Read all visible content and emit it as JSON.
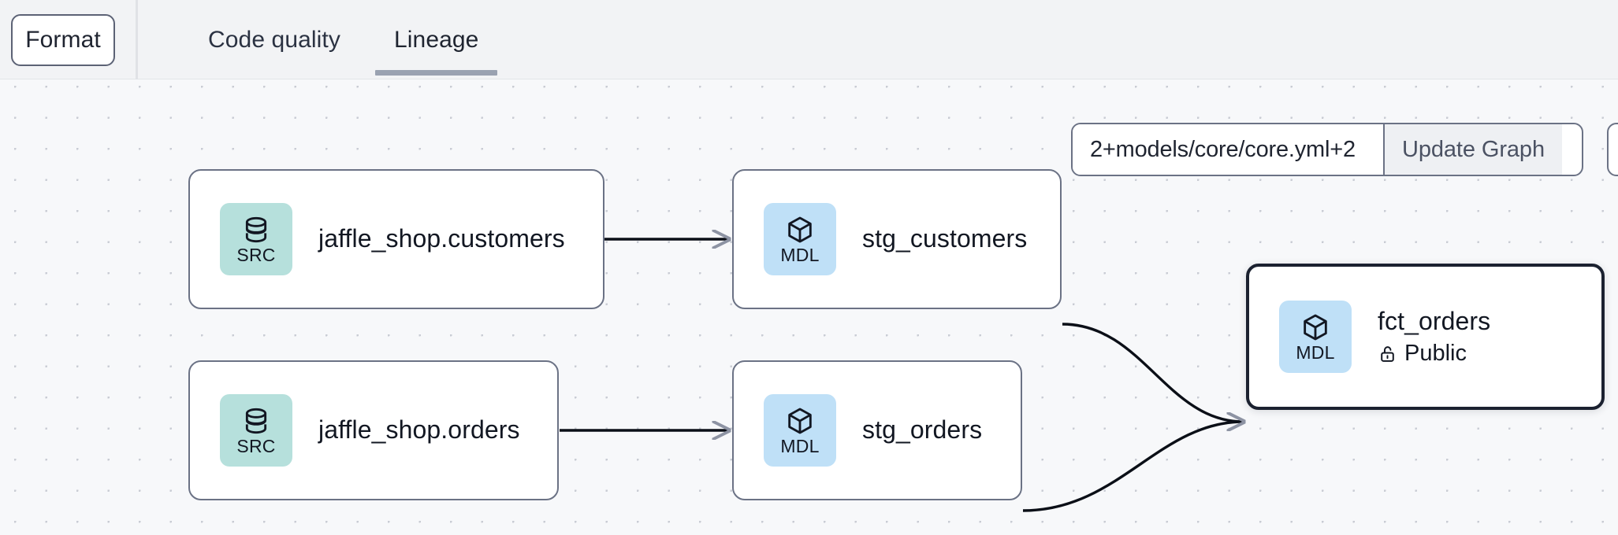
{
  "toolbar": {
    "format_label": "Format",
    "tabs": [
      {
        "label": "Code quality",
        "active": false
      },
      {
        "label": "Lineage",
        "active": true
      }
    ]
  },
  "graph_controls": {
    "selector_value": "2+models/core/core.yml+2",
    "selector_placeholder": "2+models/core/core.yml+2",
    "update_button_label": "Update Graph"
  },
  "lineage": {
    "nodes": [
      {
        "id": "jaffle_shop_customers",
        "badge_kind": "SRC",
        "badge_icon": "database-icon",
        "title": "jaffle_shop.customers",
        "meta_label": "",
        "meta_icon": "",
        "selected": false
      },
      {
        "id": "jaffle_shop_orders",
        "badge_kind": "SRC",
        "badge_icon": "database-icon",
        "title": "jaffle_shop.orders",
        "meta_label": "",
        "meta_icon": "",
        "selected": false
      },
      {
        "id": "stg_customers",
        "badge_kind": "MDL",
        "badge_icon": "cube-icon",
        "title": "stg_customers",
        "meta_label": "",
        "meta_icon": "",
        "selected": false
      },
      {
        "id": "stg_orders",
        "badge_kind": "MDL",
        "badge_icon": "cube-icon",
        "title": "stg_orders",
        "meta_label": "",
        "meta_icon": "",
        "selected": false
      },
      {
        "id": "fct_orders",
        "badge_kind": "MDL",
        "badge_icon": "cube-icon",
        "title": "fct_orders",
        "meta_label": "Public",
        "meta_icon": "unlock-icon",
        "selected": true
      }
    ],
    "edges": [
      {
        "from": "jaffle_shop_customers",
        "to": "stg_customers"
      },
      {
        "from": "jaffle_shop_orders",
        "to": "stg_orders"
      },
      {
        "from": "stg_customers",
        "to": "fct_orders"
      },
      {
        "from": "stg_orders",
        "to": "fct_orders"
      }
    ]
  },
  "colors": {
    "src_badge": "#b6e0dc",
    "mdl_badge": "#bfe0f7",
    "node_border": "#6b7285",
    "node_border_selected": "#1b2130",
    "canvas_bg": "#f7f8fa",
    "topbar_bg": "#f2f3f5",
    "tab_underline": "#9aa2b1",
    "edge": "#0b0f17"
  }
}
